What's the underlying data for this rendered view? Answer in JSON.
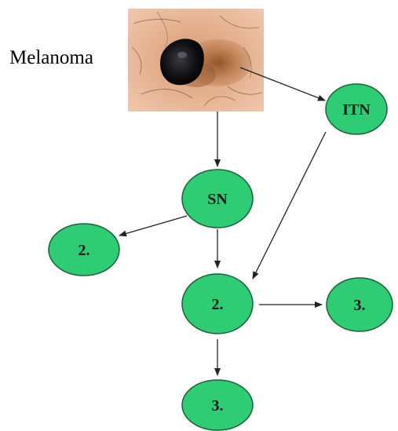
{
  "title": "Melanoma",
  "nodes": {
    "itn": "ITN",
    "sn": "SN",
    "second_left": "2.",
    "second_center": "2.",
    "third_right": "3.",
    "third_bottom": "3."
  },
  "colors": {
    "node_fill": "#2ecc73",
    "node_stroke": "#1f5f3a",
    "arrow": "#222222",
    "skin": "#e7b08f"
  }
}
